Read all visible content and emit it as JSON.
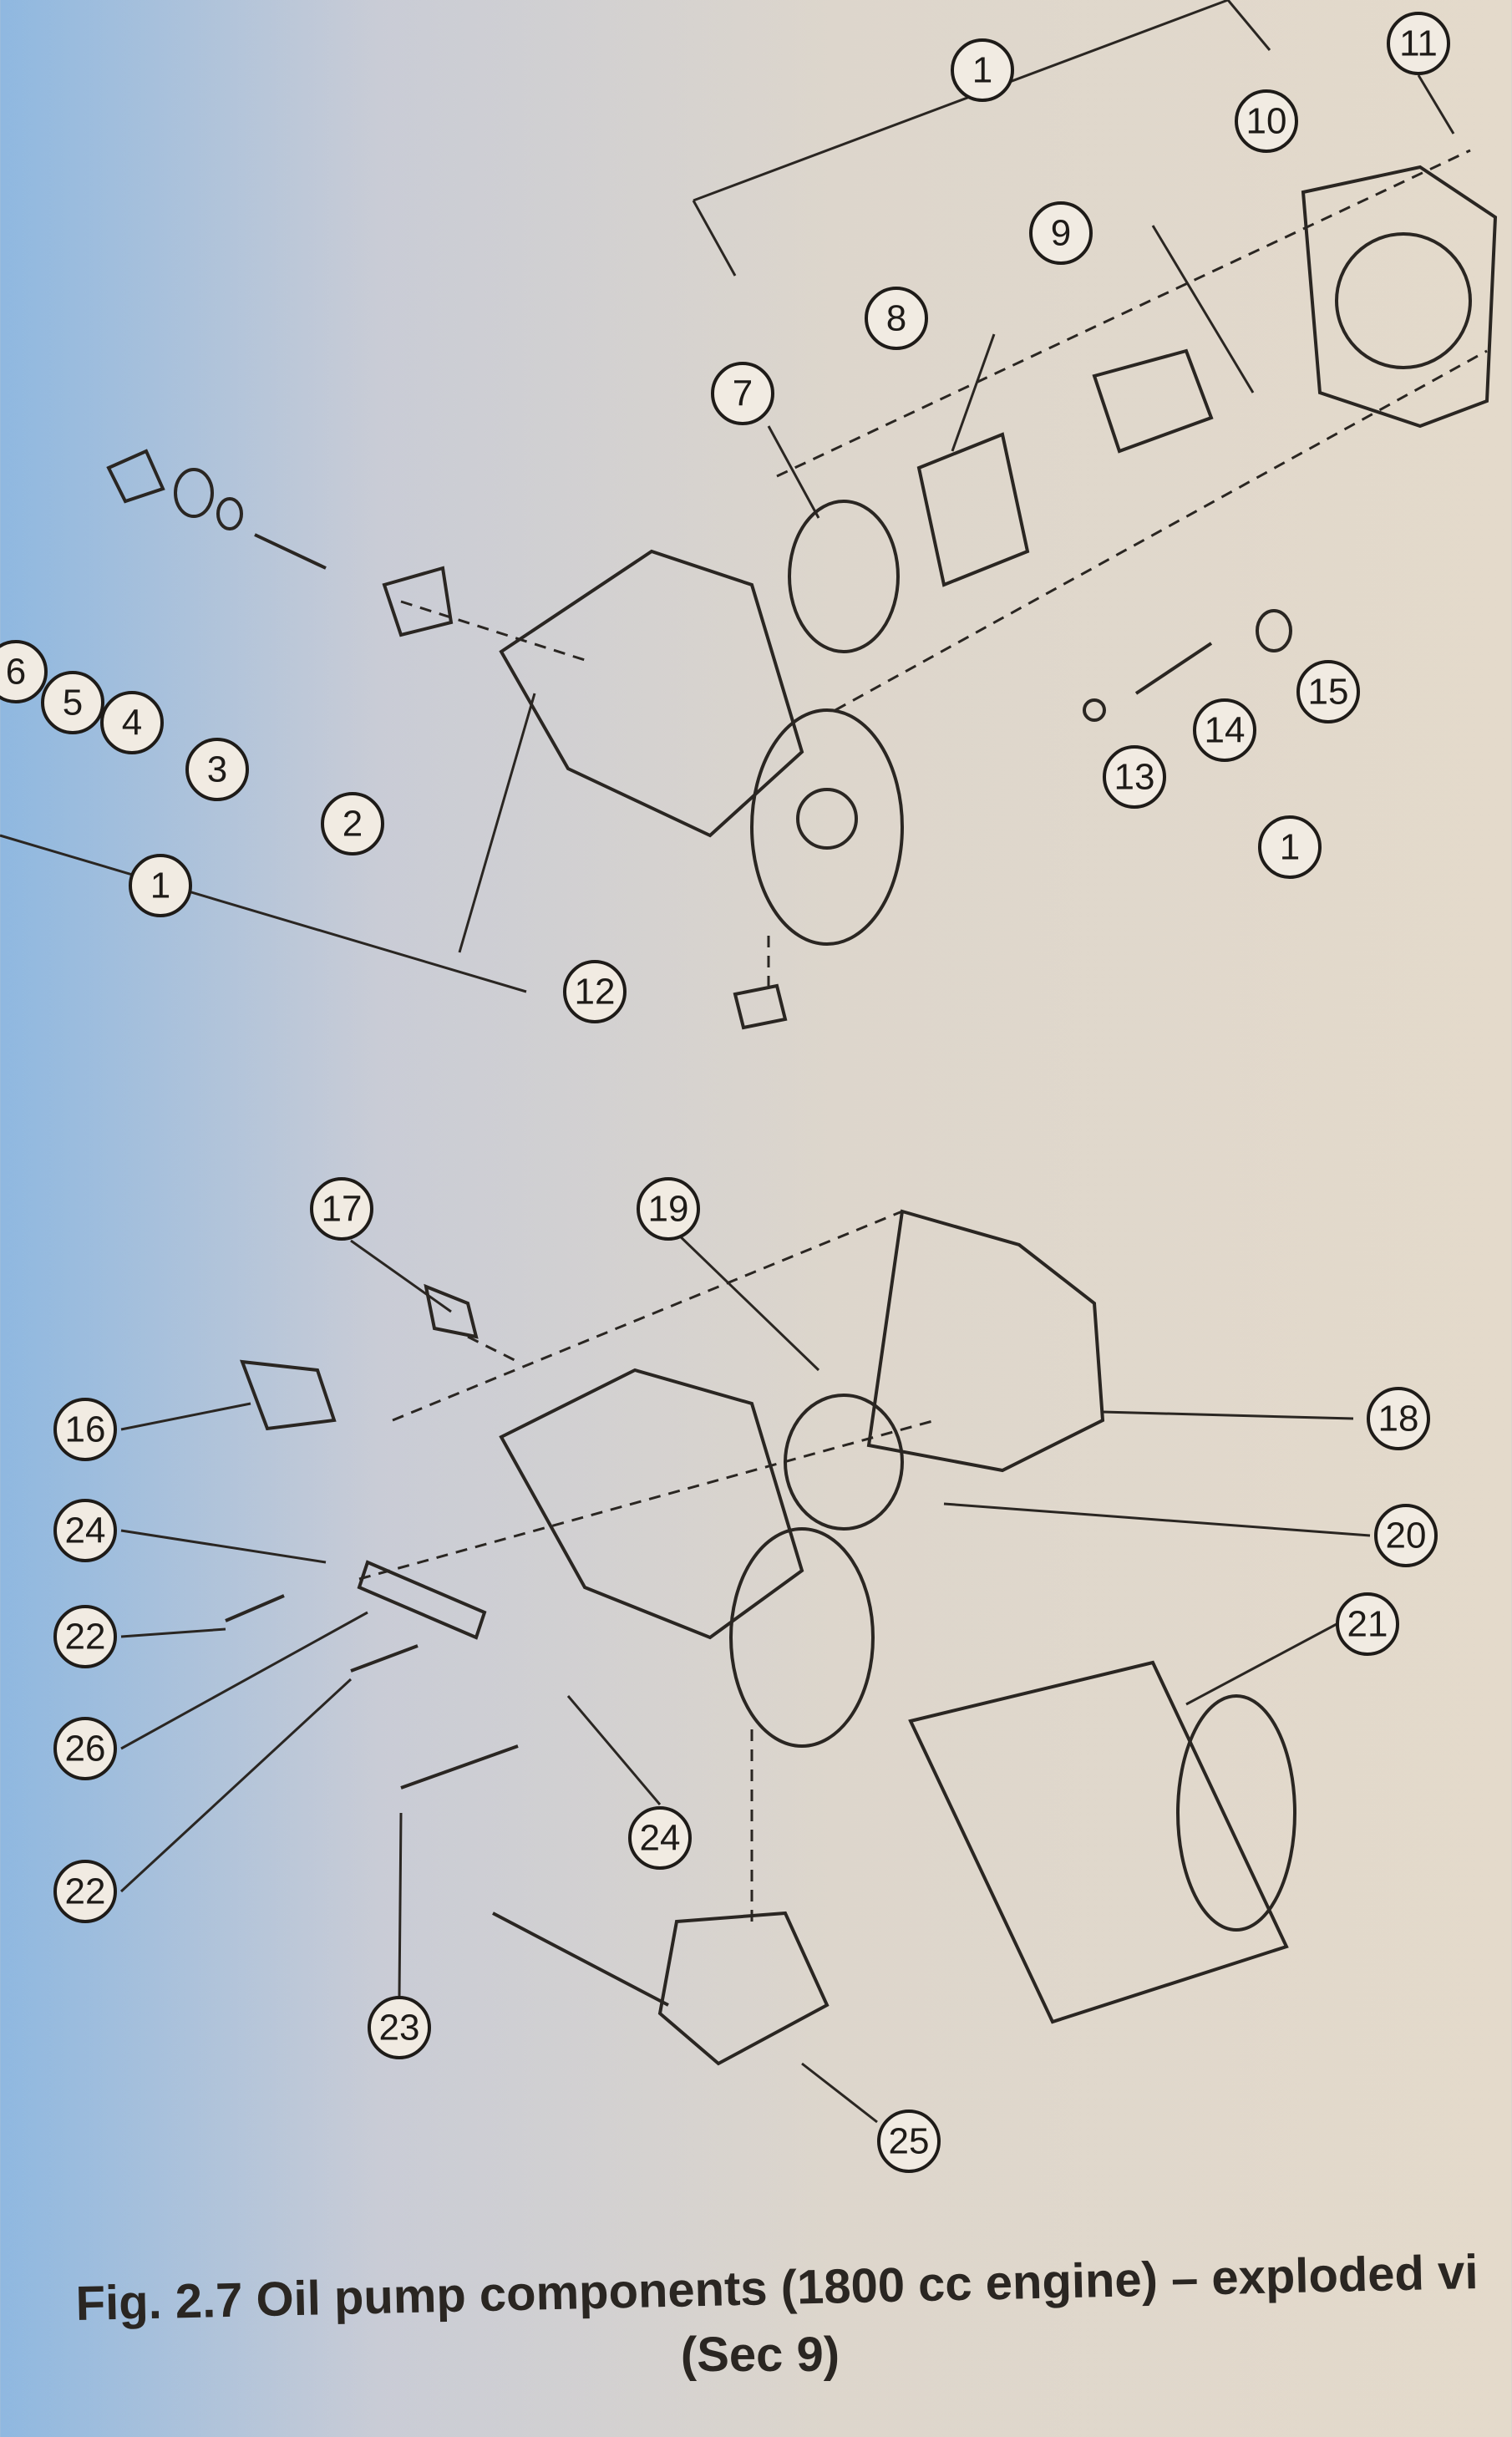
{
  "figure": {
    "caption_line1": "Fig. 2.7 Oil pump components (1800 cc engine) – exploded vi",
    "caption_line2": "(Sec 9)"
  },
  "callouts": {
    "c11": "11",
    "c10": "10",
    "c1a": "1",
    "c9": "9",
    "c8": "8",
    "c7": "7",
    "c6": "6",
    "c5": "5",
    "c4": "4",
    "c3": "3",
    "c2": "2",
    "c1b": "1",
    "c15": "15",
    "c14": "14",
    "c13": "13",
    "c1c": "1",
    "c12": "12",
    "c17": "17",
    "c19": "19",
    "c16": "16",
    "c18": "18",
    "c24a": "24",
    "c20": "20",
    "c22a": "22",
    "c21": "21",
    "c26": "26",
    "c24b": "24",
    "c22b": "22",
    "c23": "23",
    "c25": "25"
  }
}
